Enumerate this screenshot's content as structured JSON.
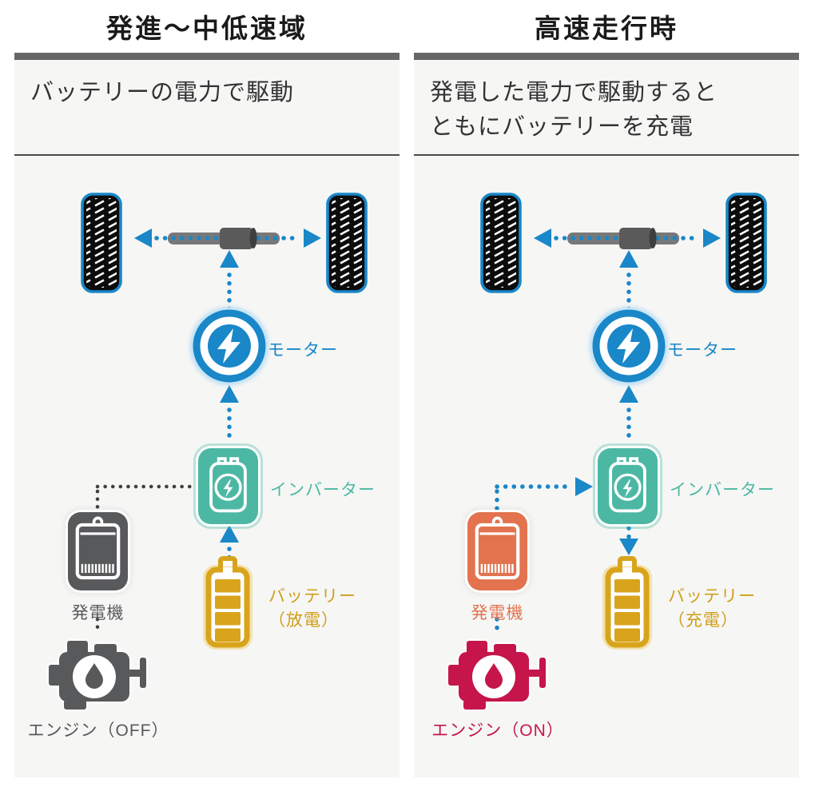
{
  "colors": {
    "blue": "#1987c8",
    "teal": "#4cb8a4",
    "gold": "#cf9f1a",
    "dark_gray": "#58595b",
    "orange": "#e2734e",
    "crimson": "#c6154a",
    "title_bar": "#666666",
    "panel_background": "#f6f6f5",
    "tire_black": "#0c0c0c"
  },
  "panels": [
    {
      "title": "発進～中低速域",
      "description_lines": [
        "バッテリーの電力で駆動",
        ""
      ],
      "labels": {
        "motor": "モーター",
        "inverter": "インバーター",
        "generator": "発電機",
        "engine": "エンジン（OFF）",
        "battery_line1": "バッテリー",
        "battery_line2": "（放電）"
      },
      "state": {
        "engine": "OFF",
        "battery_mode": "放電",
        "generator_active": false,
        "generator_color": "#58595b",
        "engine_color": "#58595b"
      }
    },
    {
      "title": "高速走行時",
      "description_lines": [
        "発電した電力で駆動すると",
        "ともにバッテリーを充電"
      ],
      "labels": {
        "motor": "モーター",
        "inverter": "インバーター",
        "generator": "発電機",
        "engine": "エンジン（ON）",
        "battery_line1": "バッテリー",
        "battery_line2": "（充電）"
      },
      "state": {
        "engine": "ON",
        "battery_mode": "充電",
        "generator_active": true,
        "generator_color": "#e2734e",
        "engine_color": "#c6154a"
      }
    }
  ]
}
